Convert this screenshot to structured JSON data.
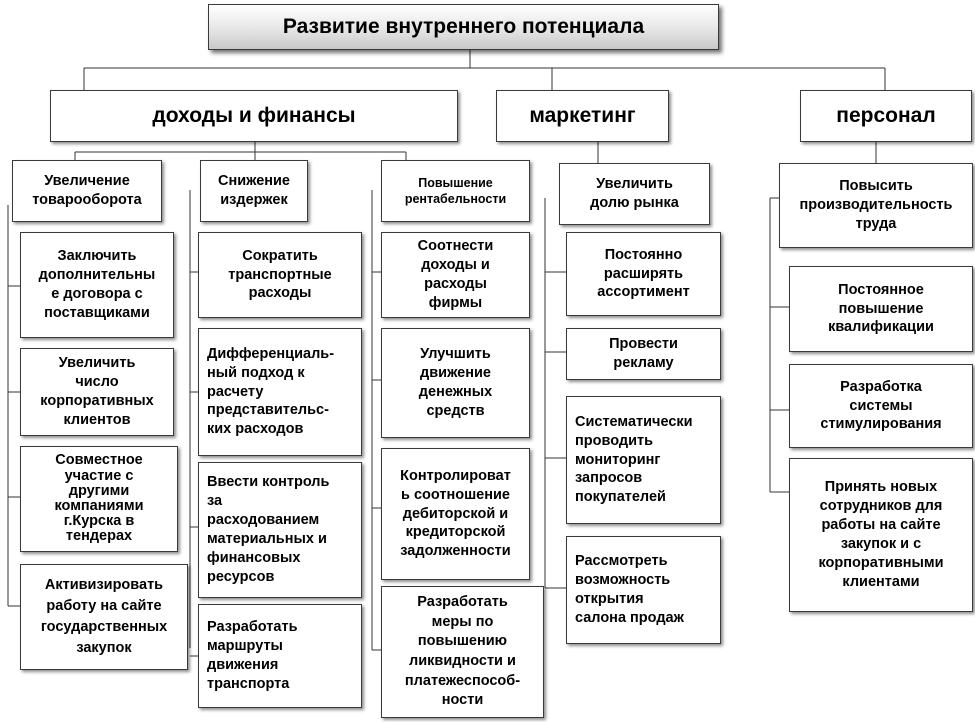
{
  "title": "Развитие внутреннего потенциала",
  "categories": {
    "income": "доходы и финансы",
    "marketing": "маркетинг",
    "staff": "персонал"
  },
  "groups": {
    "turnover": {
      "header": "Увеличение\nтоварооборота",
      "items": [
        "Заключить\nдополнительны\nе договора с\nпоставщиками",
        "Увеличить\nчисло\nкорпоративных\nклиентов",
        "Совместное\nучастие с\nдругими\nкомпаниями\nг.Курска в\nтендерах",
        "Активизировать\nработу на сайте\nгосударственных\nзакупок"
      ]
    },
    "costs": {
      "header": "Снижение\nиздержек",
      "items": [
        "Сократить\nтранспортные\nрасходы",
        "Дифференциаль-\nный подход к\nрасчету\nпредставительс-\nких расходов",
        "Ввести контроль\nза\nрасходованием\nматериальных и\nфинансовых\nресурсов",
        "Разработать\nмаршруты\nдвижения\nтранспорта"
      ]
    },
    "profit": {
      "header": "Повышение\nрентабельности",
      "items": [
        "Соотнести\nдоходы и\nрасходы\nфирмы",
        "Улучшить\nдвижение\nденежных\nсредств",
        "Контролироват\nь соотношение\nдебиторской и\nкредиторской\nзадолженности",
        "Разработать\nмеры по\nповышению\nликвидности и\nплатежеспособ-\nности"
      ]
    },
    "market": {
      "header": "Увеличить\nдолю рынка",
      "items": [
        "Постоянно\nрасширять\nассортимент",
        "Провести\nрекламу",
        "Систематически\nпроводить\nмониторинг\nзапросов\nпокупателей",
        "Рассмотреть\nвозможность\nоткрытия\nсалона продаж"
      ]
    },
    "productivity": {
      "header": "Повысить\nпроизводительность\nтруда",
      "items": [
        "Постоянное\nповышение\nквалификации",
        "Разработка\nсистемы\nстимулирования",
        "Принять новых\nсотрудников для\nработы на сайте\nзакупок и с\nкорпоративными\nклиентами"
      ]
    }
  }
}
